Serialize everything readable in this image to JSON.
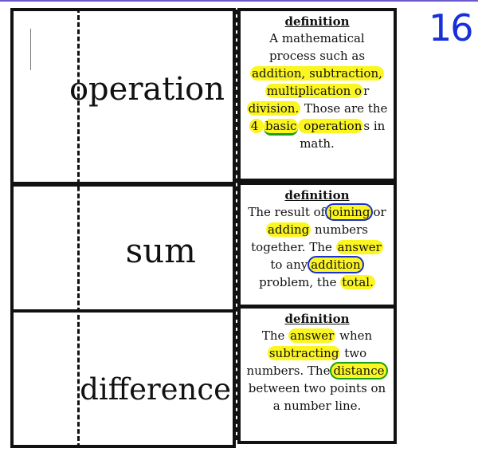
{
  "page_number": "16",
  "terms": [
    {
      "word": "operation",
      "heading": "definition",
      "lines": [
        [
          {
            "t": "A mathematical"
          }
        ],
        [
          {
            "t": "process such as"
          }
        ],
        [
          {
            "t": "addition, subtraction,",
            "hl": true
          }
        ],
        [
          {
            "t": "multiplication o",
            "hl": true
          },
          {
            "t": "r"
          }
        ],
        [
          {
            "t": "division.",
            "hl": true
          },
          {
            "t": " Those are the"
          }
        ],
        [
          {
            "t": "4 ",
            "hl": true
          },
          {
            "t": "basic",
            "hl": true,
            "ug": true
          },
          {
            "t": " operation",
            "hl": true
          },
          {
            "t": "s in"
          }
        ],
        [
          {
            "t": "math."
          }
        ]
      ]
    },
    {
      "word": "sum",
      "heading": "definition",
      "lines": [
        [
          {
            "t": "The result of"
          },
          {
            "t": "joining",
            "hl": true,
            "rb": true
          },
          {
            "t": "or"
          }
        ],
        [
          {
            "t": "adding",
            "hl": true
          },
          {
            "t": " numbers"
          }
        ],
        [
          {
            "t": "together. The "
          },
          {
            "t": "answer",
            "hl": true
          }
        ],
        [
          {
            "t": "to any"
          },
          {
            "t": "addition",
            "hl": true,
            "rb": true
          }
        ],
        [
          {
            "t": "problem, the "
          },
          {
            "t": "total.",
            "hl": true
          }
        ]
      ]
    },
    {
      "word": "difference",
      "heading": "definition",
      "lines": [
        [
          {
            "t": "The "
          },
          {
            "t": "answer",
            "hl": true
          },
          {
            "t": " when"
          }
        ],
        [
          {
            "t": "subtracting",
            "hl": true
          },
          {
            "t": " two"
          }
        ],
        [
          {
            "t": "numbers. The"
          },
          {
            "t": "distance",
            "hl": true,
            "rg": true
          }
        ],
        [
          {
            "t": "between two points on"
          }
        ],
        [
          {
            "t": "a number line."
          }
        ]
      ]
    }
  ],
  "colors": {
    "highlight": "#fbf521",
    "blue_ink": "#1730d8",
    "green_ink": "#18a018"
  }
}
